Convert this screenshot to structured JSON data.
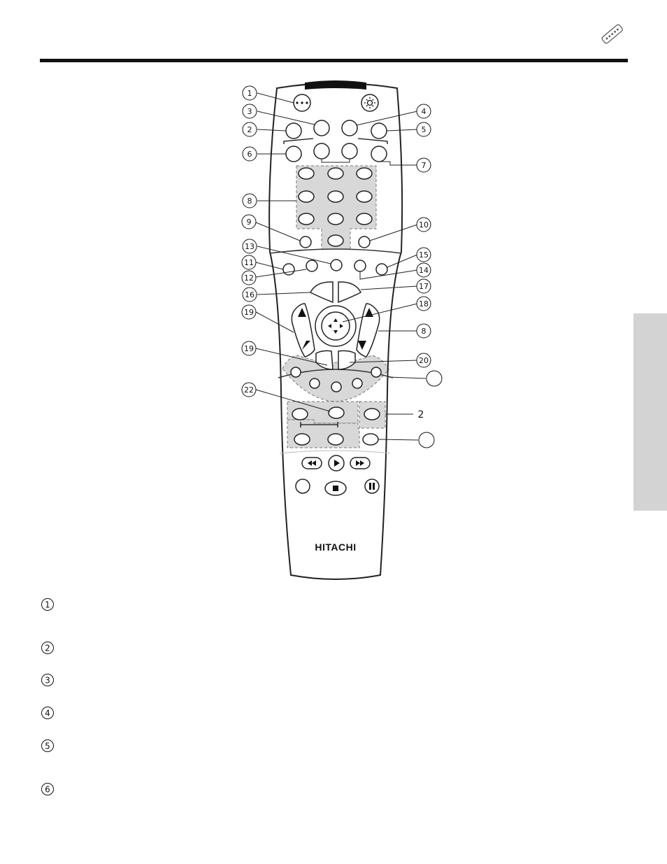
{
  "remote": {
    "brand": "HITACHI"
  },
  "callouts": [
    "1",
    "2",
    "3",
    "4",
    "5",
    "6",
    "7",
    "8",
    "9",
    "10",
    "11",
    "12",
    "13",
    "14",
    "15",
    "16",
    "17",
    "18",
    "19",
    "20",
    "22"
  ],
  "legend": [
    {
      "num": "1"
    },
    {
      "num": "2"
    },
    {
      "num": "3"
    },
    {
      "num": "4"
    },
    {
      "num": "5"
    },
    {
      "num": "6"
    }
  ]
}
